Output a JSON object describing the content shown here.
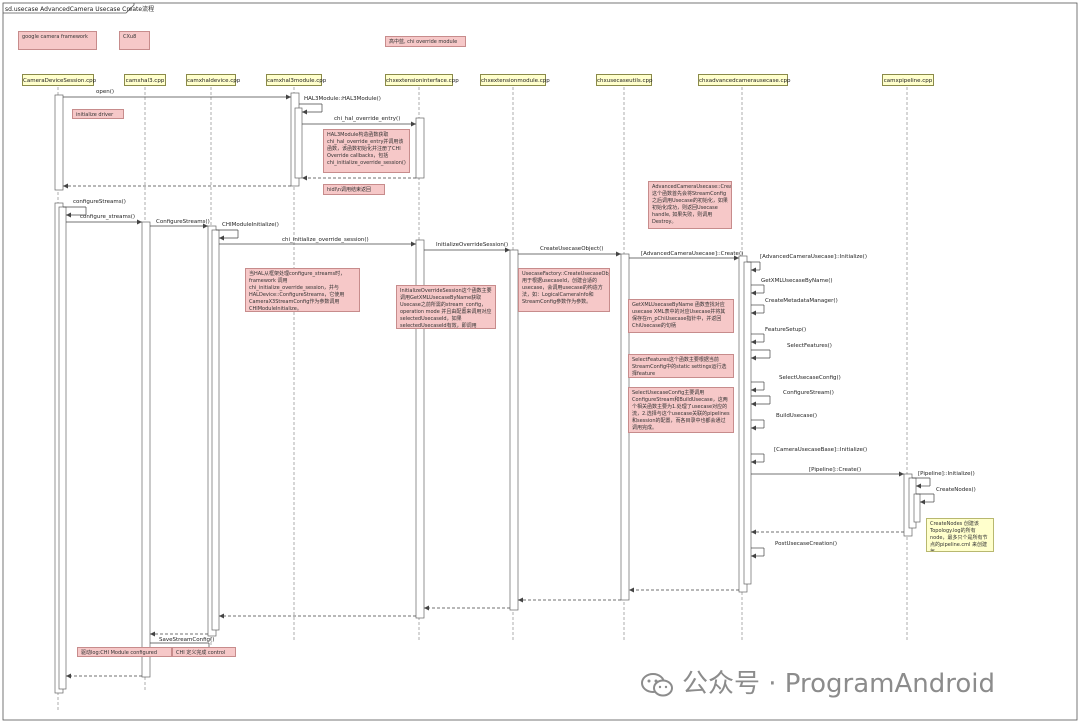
{
  "title": "sd.usecase AdvancedCamera Usecase Create流程",
  "legend_notes": [
    {
      "text": "google camera framework"
    },
    {
      "text": "CXu8"
    },
    {
      "text": "高中蓝, chi override module"
    }
  ],
  "lifelines": [
    {
      "label": "CameraDeviceSession.cpp"
    },
    {
      "label": "camxhal3.cpp"
    },
    {
      "label": "camxhaldevice.cpp"
    },
    {
      "label": "camxhal3module.cpp"
    },
    {
      "label": "chxextensioninterface.cpp"
    },
    {
      "label": "chxextensionmodule.cpp"
    },
    {
      "label": "chxusecaseutils.cpp"
    },
    {
      "label": "chxadvancedcamerausecase.cpp"
    },
    {
      "label": "camxpipeline.cpp"
    }
  ],
  "messages": [
    {
      "label": "open()"
    },
    {
      "label": "HAL3Module::HAL3Module()"
    },
    {
      "label": "chi_hal_override_entry()"
    },
    {
      "label": "configureStreams()"
    },
    {
      "label": "configure_streams()"
    },
    {
      "label": "ConfigureStreams()"
    },
    {
      "label": "CHIModuleInitialize()"
    },
    {
      "label": "chi_initialize_override_session()"
    },
    {
      "label": "InitializeOverrideSession()"
    },
    {
      "label": "CreateUsecaseObject()"
    },
    {
      "label": "[AdvancedCameraUsecase]::Create()"
    },
    {
      "label": "[AdvancedCameraUsecase]::Initialize()"
    },
    {
      "label": "GetXMLUsecaseByName()"
    },
    {
      "label": "CreateMetadataManager()"
    },
    {
      "label": "FeatureSetup()"
    },
    {
      "label": "SelectFeatures()"
    },
    {
      "label": "SelectUsecaseConfig()"
    },
    {
      "label": "ConfigureStream()"
    },
    {
      "label": "BuildUsecase()"
    },
    {
      "label": "[CameraUsecaseBase]::Initialize()"
    },
    {
      "label": "[Pipeline]::Create()"
    },
    {
      "label": "[Pipeline]::Initialize()"
    },
    {
      "label": "CreateNodes()"
    },
    {
      "label": "PostUsecaseCreation()"
    },
    {
      "label": "SaveStreamConfig()"
    }
  ],
  "notes": [
    {
      "text": "initialize driver"
    },
    {
      "text": "HAL3Module构造函数获取chi_hal_override_entry并调用该函数，该函数初始化并注册了CHI Override callbacks，包括chi_initialize_override_session()"
    },
    {
      "text": "hidl\\n调用结束返回"
    },
    {
      "text": "AdvancedCameraUsecase::Create 这个函数首先会将StreamConfig之后调用Usecase的初始化，如果初始化成功，则返回Usecase handle, 如果失败，则调用Destroy。"
    },
    {
      "text": "当HAL从框架处理configure_streams时，framework 调用chi_initialize_override_session，并与HALDevice::ConfigureStreams，它使用CameraX3StreamConfig作为参数调用CHIModuleInitialize。"
    },
    {
      "text": "InitializeOverrideSession这个函数主要调用GetXMLUsecaseByName获取Usecase之前所需的stream_config，operation mode 并且由配置来调用对应selectedUsecaseId，如果selectedUsecaseId有效，即调用CreateUsecaseObject。"
    },
    {
      "text": "UsecaseFactory::CreateUsecaseObject用于根据usecaseId，创建合适的usecase，会调用usecase的构造方法，如：LogicalCameraInfo和StreamConfig参数作为参数。"
    },
    {
      "text": "GetXMLUsecaseByName 函数查找对应usecase XML表中的对应Usecase并将其保存在m_pChiUsecase指针中，并返回ChiUsecase的句柄"
    },
    {
      "text": "SelectFeatures这个函数主要根据当前StreamConfig中的static settings运行选择feature"
    },
    {
      "text": "SelectUsecaseConfig主要调用ConfigureStream和BuildUsecase，这两个相关函数主要为1.处理了usecase对应的流，2.选择与这个usecase关联的pipelines和session的配置，而各目录中也都会通过调用完成。"
    },
    {
      "text": "CreateNodes 创建该Topology.log的所有node，最多只个是所有节点的pipeline.cml 来创建每"
    },
    {
      "text": "驱动log:CHI Module configured streams..."
    },
    {
      "text": "CHI 定义完成 control"
    }
  ],
  "watermark": {
    "text": "公众号 · ProgramAndroid"
  }
}
